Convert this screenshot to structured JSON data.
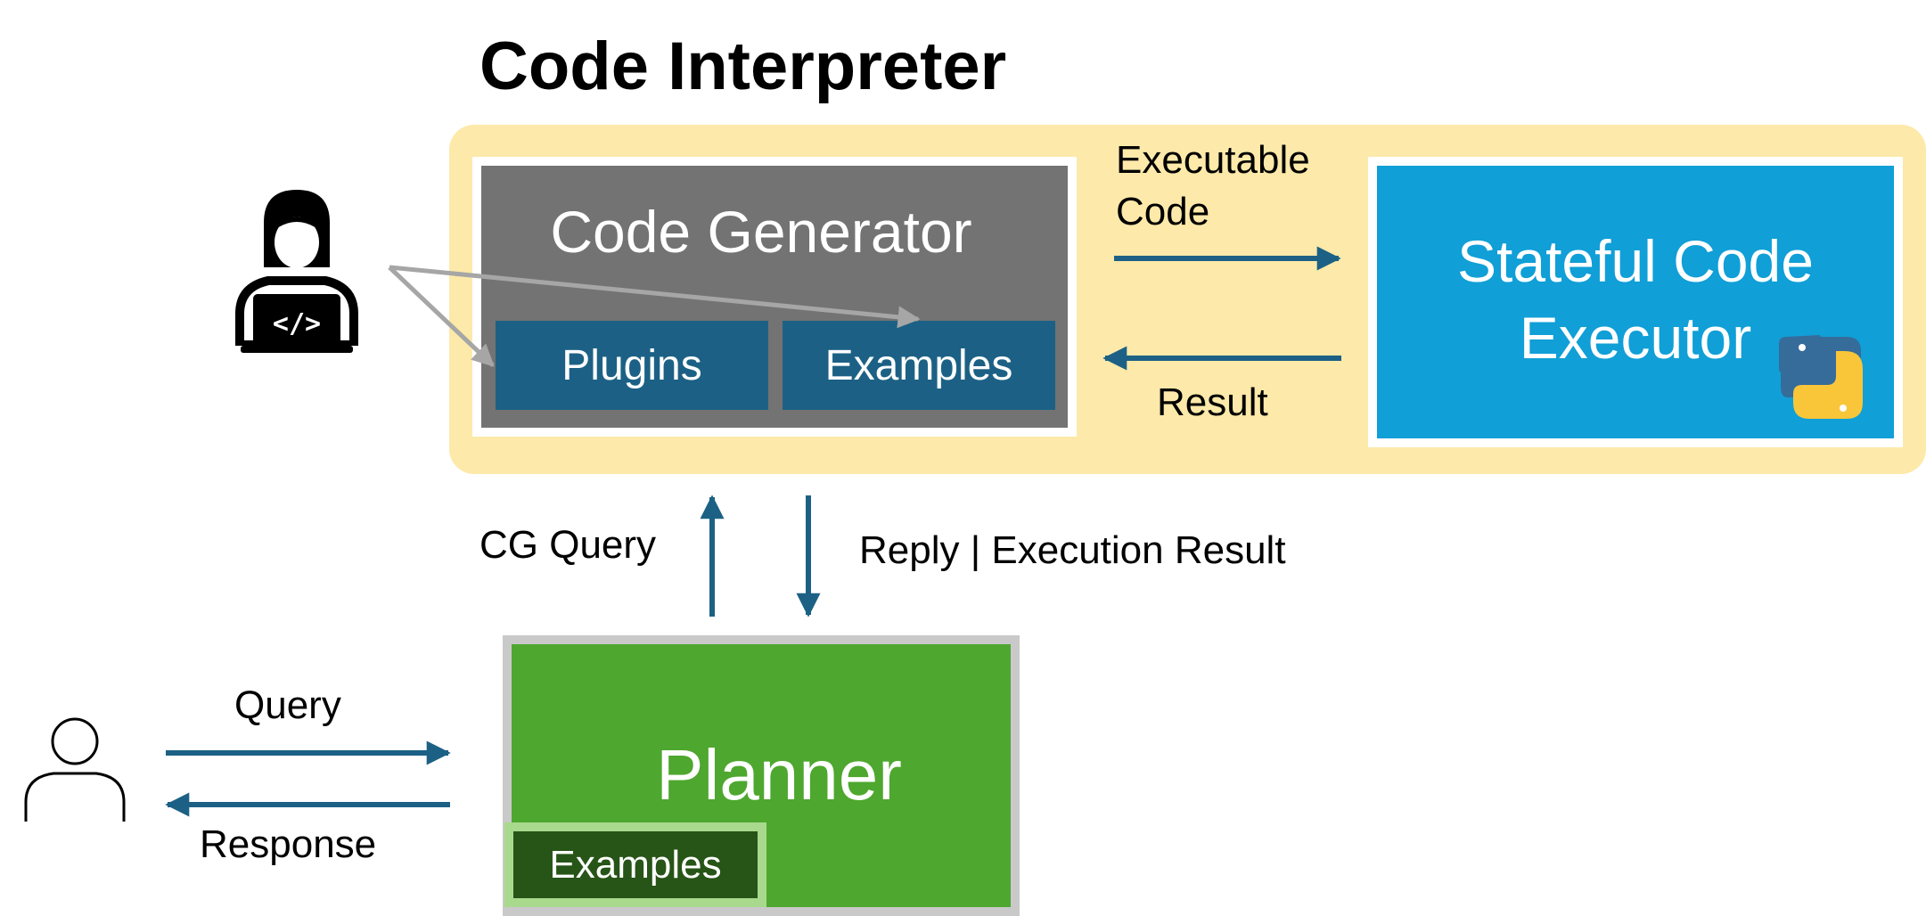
{
  "title": "Code Interpreter",
  "code_generator": {
    "label": "Code Generator",
    "plugins_label": "Plugins",
    "examples_label": "Examples"
  },
  "executor": {
    "line1": "Stateful Code",
    "line2": "Executor"
  },
  "labels": {
    "executable_code_1": "Executable",
    "executable_code_2": "Code",
    "result": "Result",
    "cg_query": "CG Query",
    "reply": "Reply | Execution Result",
    "query": "Query",
    "response": "Response"
  },
  "planner": {
    "label": "Planner",
    "examples_label": "Examples"
  },
  "colors": {
    "accent_arrow": "#1c6185",
    "interpreter_bg": "#fde9a9",
    "generator": "#737373",
    "executor": "#109fd7",
    "planner": "#4ea72e",
    "planner_examples": "#275417"
  },
  "icons": {
    "developer": "developer-icon",
    "user": "user-icon",
    "python": "python-logo-icon"
  }
}
